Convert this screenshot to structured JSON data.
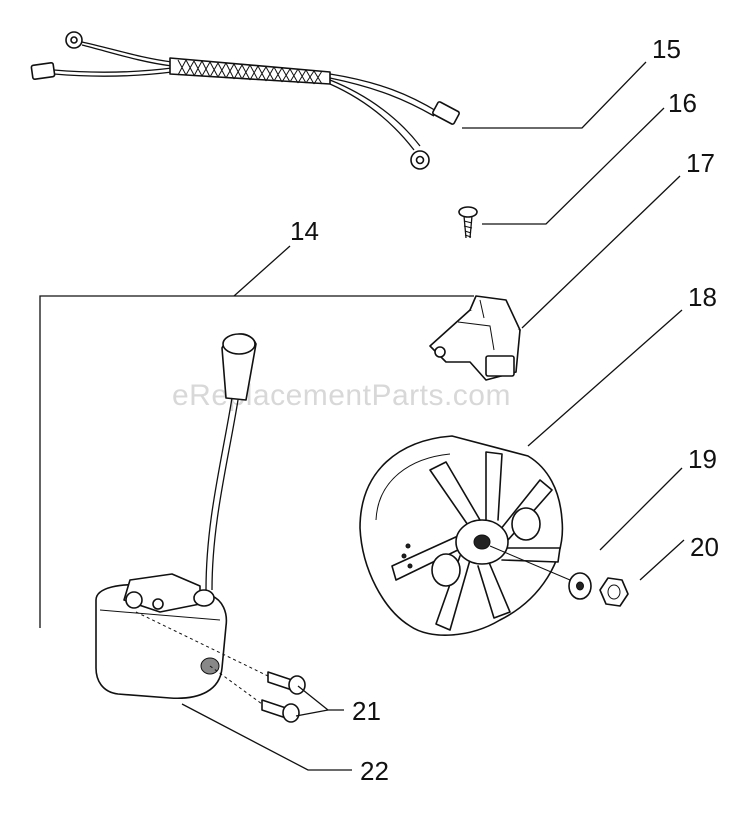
{
  "diagram": {
    "watermark": "eReplacementParts.com",
    "callouts": {
      "c14": "14",
      "c15": "15",
      "c16": "16",
      "c17": "17",
      "c18": "18",
      "c19": "19",
      "c20": "20",
      "c21": "21",
      "c22": "22"
    },
    "parts": [
      "wire-harness",
      "screw",
      "module-bracket",
      "flywheel",
      "washer",
      "nut",
      "ignition-coil",
      "coil-bolts"
    ]
  }
}
